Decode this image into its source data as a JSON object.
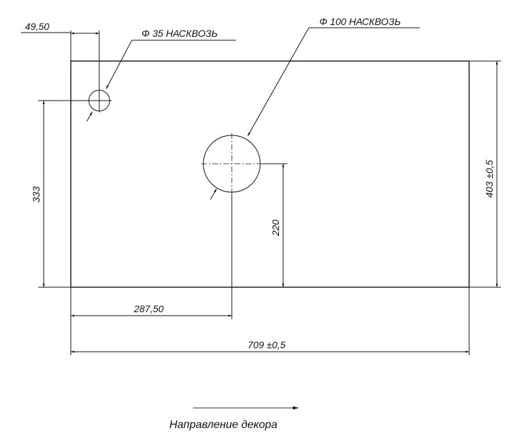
{
  "drawing": {
    "hole_small_label": "Φ 35 НАСКВОЗЬ",
    "hole_large_label": "Φ 100 НАСКВОЗЬ",
    "dim_left_offset": "49,50",
    "dim_small_hole_height": "333",
    "dim_large_hole_height": "220",
    "dim_height": "403 ±0,5",
    "dim_large_hole_x": "287,50",
    "dim_width": "709 ±0,5",
    "decor_direction_label": "Направление декора"
  }
}
